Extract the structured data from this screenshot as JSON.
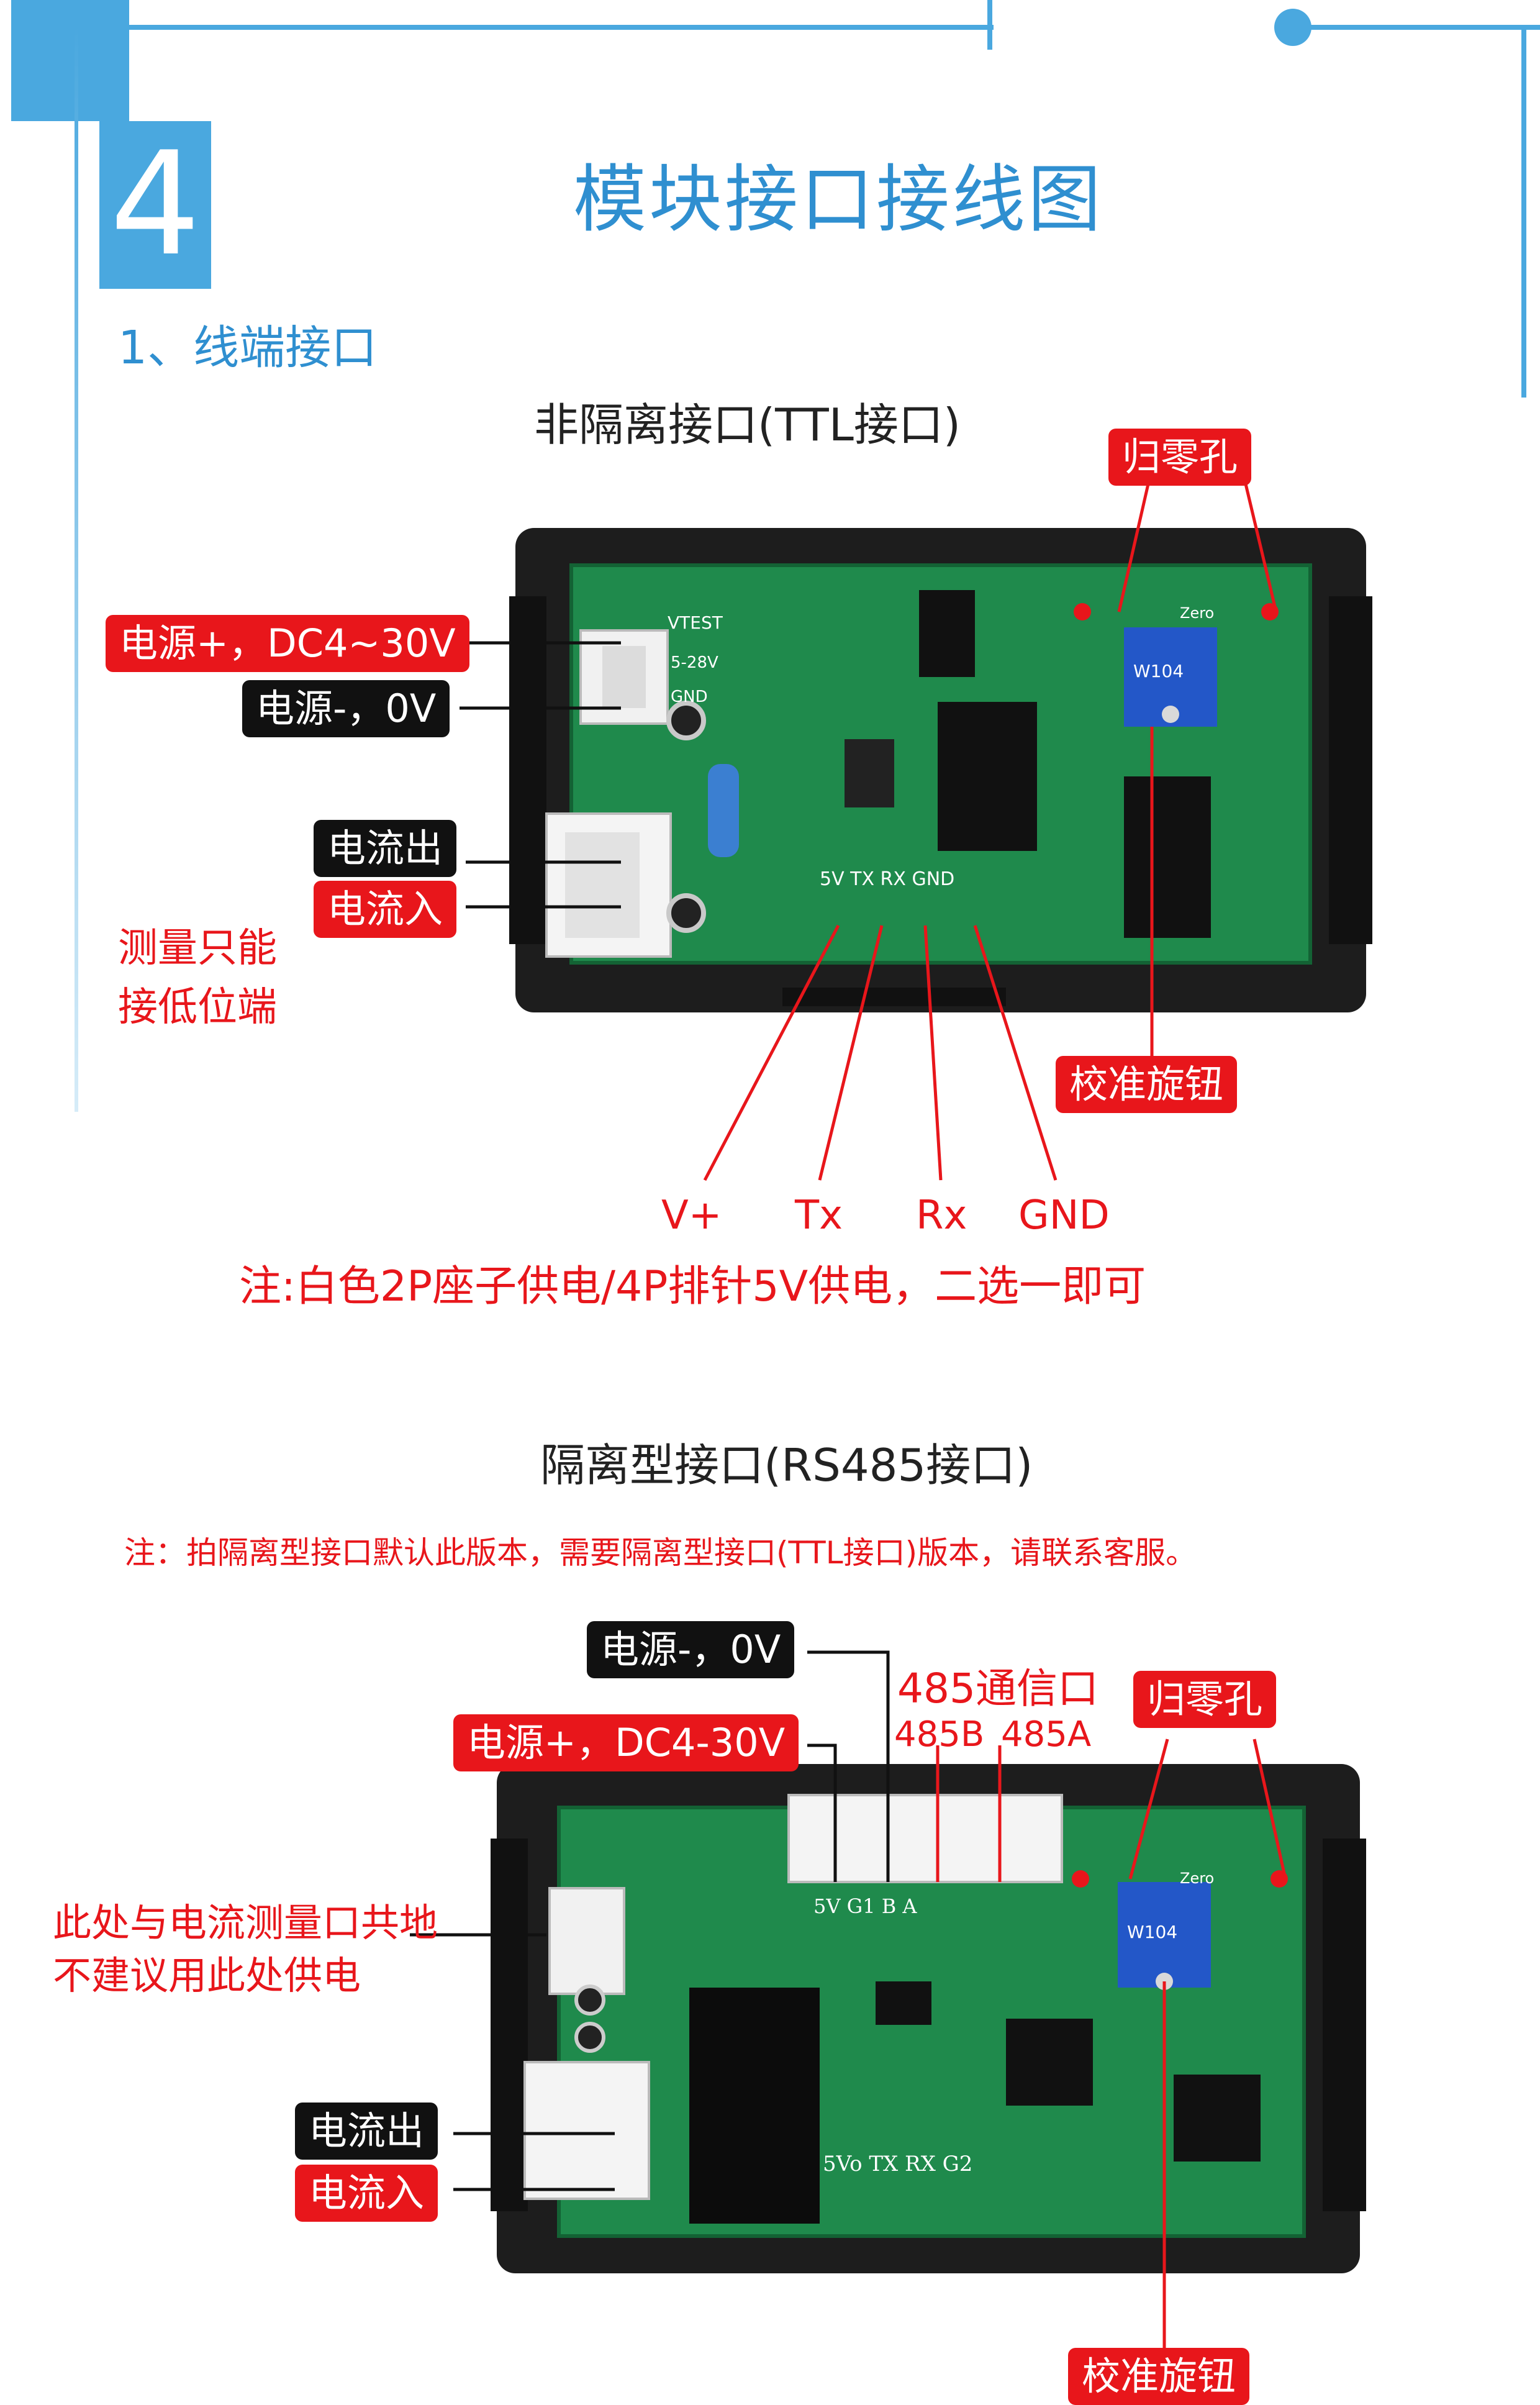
{
  "header": {
    "section_number": "4",
    "title": "模块接口接线图",
    "subheading": "1、线端接口"
  },
  "ttl_diagram": {
    "title": "非隔离接口(TTL接口)",
    "labels": {
      "zero_hole": "归零孔",
      "power_plus": "电源+，DC4~30V",
      "power_minus": "电源-，0V",
      "current_out": "电流出",
      "current_in": "电流入",
      "low_side_note_1": "测量只能",
      "low_side_note_2": "接低位端",
      "calibration_knob": "校准旋钮",
      "pin_vplus": "V+",
      "pin_tx": "Tx",
      "pin_rx": "Rx",
      "pin_gnd": "GND"
    },
    "board_silk": {
      "vtest": "VTEST",
      "v_range": "5-28V",
      "gnd": "GND",
      "pin_header": "5V  TX  RX  GND",
      "zero": "Zero",
      "pot": "W104"
    },
    "note": "注:白色2P座子供电/4P排针5V供电，二选一即可"
  },
  "rs485_diagram": {
    "title": "隔离型接口(RS485接口)",
    "note": "注：拍隔离型接口默认此版本，需要隔离型接口(TTL接口)版本，请联系客服。",
    "labels": {
      "power_minus": "电源-，0V",
      "power_plus": "电源+，DC4-30V",
      "comm_port": "485通信口",
      "port_b": "485B",
      "port_a": "485A",
      "zero_hole": "归零孔",
      "shared_ground_1": "此处与电流测量口共地",
      "shared_ground_2": "不建议用此处供电",
      "current_out": "电流出",
      "current_in": "电流入",
      "calibration_knob": "校准旋钮"
    },
    "board_silk": {
      "connector": "5V G1  B  A",
      "header": "5Vo TX RX G2",
      "zero": "Zero",
      "pot": "W104"
    }
  },
  "colors": {
    "accent_blue": "#4aa8df",
    "label_red": "#e8161b",
    "pcb_green": "#1f8a4c"
  }
}
